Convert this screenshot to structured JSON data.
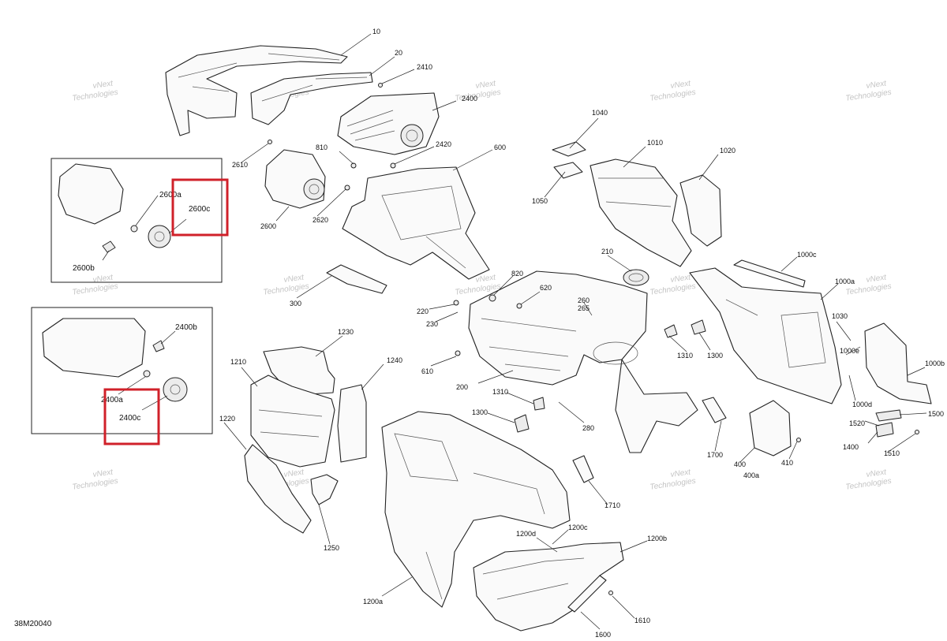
{
  "figure_ref": "38M20040",
  "watermark": {
    "line1": "vNext",
    "line2": "Technologies"
  },
  "highlight_color": "#d0212a",
  "callouts": [
    {
      "id": "c10",
      "label": "10"
    },
    {
      "id": "c20",
      "label": "20"
    },
    {
      "id": "c2410",
      "label": "2410"
    },
    {
      "id": "c2400",
      "label": "2400"
    },
    {
      "id": "c2420",
      "label": "2420"
    },
    {
      "id": "c810",
      "label": "810"
    },
    {
      "id": "c2610",
      "label": "2610"
    },
    {
      "id": "c2620",
      "label": "2620"
    },
    {
      "id": "c2600",
      "label": "2600"
    },
    {
      "id": "c600",
      "label": "600"
    },
    {
      "id": "c1040",
      "label": "1040"
    },
    {
      "id": "c1010",
      "label": "1010"
    },
    {
      "id": "c1020",
      "label": "1020"
    },
    {
      "id": "c1050",
      "label": "1050"
    },
    {
      "id": "c300",
      "label": "300"
    },
    {
      "id": "c210",
      "label": "210"
    },
    {
      "id": "c820",
      "label": "820"
    },
    {
      "id": "c620",
      "label": "620"
    },
    {
      "id": "c220",
      "label": "220"
    },
    {
      "id": "c230",
      "label": "230"
    },
    {
      "id": "c260",
      "label": "260"
    },
    {
      "id": "c265",
      "label": "265"
    },
    {
      "id": "c1000c",
      "label": "1000c"
    },
    {
      "id": "c1000a",
      "label": "1000a"
    },
    {
      "id": "c1030",
      "label": "1030"
    },
    {
      "id": "c1000e",
      "label": "1000e"
    },
    {
      "id": "c1000b",
      "label": "1000b"
    },
    {
      "id": "c1310a",
      "label": "1310"
    },
    {
      "id": "c1300a",
      "label": "1300"
    },
    {
      "id": "c1230",
      "label": "1230"
    },
    {
      "id": "c1210",
      "label": "1210"
    },
    {
      "id": "c1240",
      "label": "1240"
    },
    {
      "id": "c610",
      "label": "610"
    },
    {
      "id": "c200",
      "label": "200"
    },
    {
      "id": "c1310b",
      "label": "1310"
    },
    {
      "id": "c1300b",
      "label": "1300"
    },
    {
      "id": "c280",
      "label": "280"
    },
    {
      "id": "c1000d",
      "label": "1000d"
    },
    {
      "id": "c1520",
      "label": "1520"
    },
    {
      "id": "c1500",
      "label": "1500"
    },
    {
      "id": "c1400",
      "label": "1400"
    },
    {
      "id": "c1510",
      "label": "1510"
    },
    {
      "id": "c1700",
      "label": "1700"
    },
    {
      "id": "c400",
      "label": "400"
    },
    {
      "id": "c410",
      "label": "410"
    },
    {
      "id": "c400a",
      "label": "400a"
    },
    {
      "id": "c1220",
      "label": "1220"
    },
    {
      "id": "c1710",
      "label": "1710"
    },
    {
      "id": "c1250",
      "label": "1250"
    },
    {
      "id": "c1200c",
      "label": "1200c"
    },
    {
      "id": "c1200d",
      "label": "1200d"
    },
    {
      "id": "c1200b",
      "label": "1200b"
    },
    {
      "id": "c1200a",
      "label": "1200a"
    },
    {
      "id": "c1610",
      "label": "1610"
    },
    {
      "id": "c1600",
      "label": "1600"
    }
  ],
  "inset_top": {
    "label_a": "2600a",
    "label_b": "2600b",
    "label_c": "2600c"
  },
  "inset_bottom": {
    "label_a": "2400a",
    "label_b": "2400b",
    "label_c": "2400c"
  }
}
